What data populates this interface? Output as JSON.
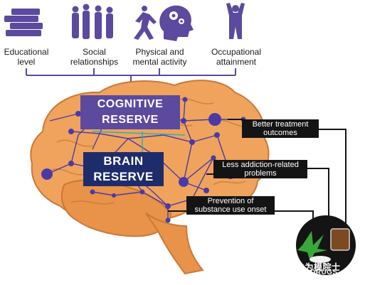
{
  "factors": [
    {
      "name": "education",
      "label": "Educational\nlevel",
      "icon": "books-icon"
    },
    {
      "name": "social",
      "label": "Social\nrelationships",
      "icon": "people-group-icon"
    },
    {
      "name": "activity",
      "label": "Physical and\nmental activity",
      "icon": "runner-gears-head-icon"
    },
    {
      "name": "occupation",
      "label": "Occupational\nattainment",
      "icon": "businessman-icon"
    }
  ],
  "reserves": {
    "cognitive": "COGNITIVE\nRESERVE",
    "brain": "BRAIN\nRESERVE"
  },
  "outcomes": [
    "Better treatment\noutcomes",
    "Less addiction-related\nproblems",
    "Prevention of\nsubstance use onset"
  ],
  "drugs_label": "DRUGS",
  "watermark": "朱为模院士",
  "colors": {
    "purple": "#5b4a9e",
    "navy": "#1f2c6b",
    "brain": "#f0a35c",
    "network": "#4b3aa6",
    "teal": "#1fb3b3"
  }
}
